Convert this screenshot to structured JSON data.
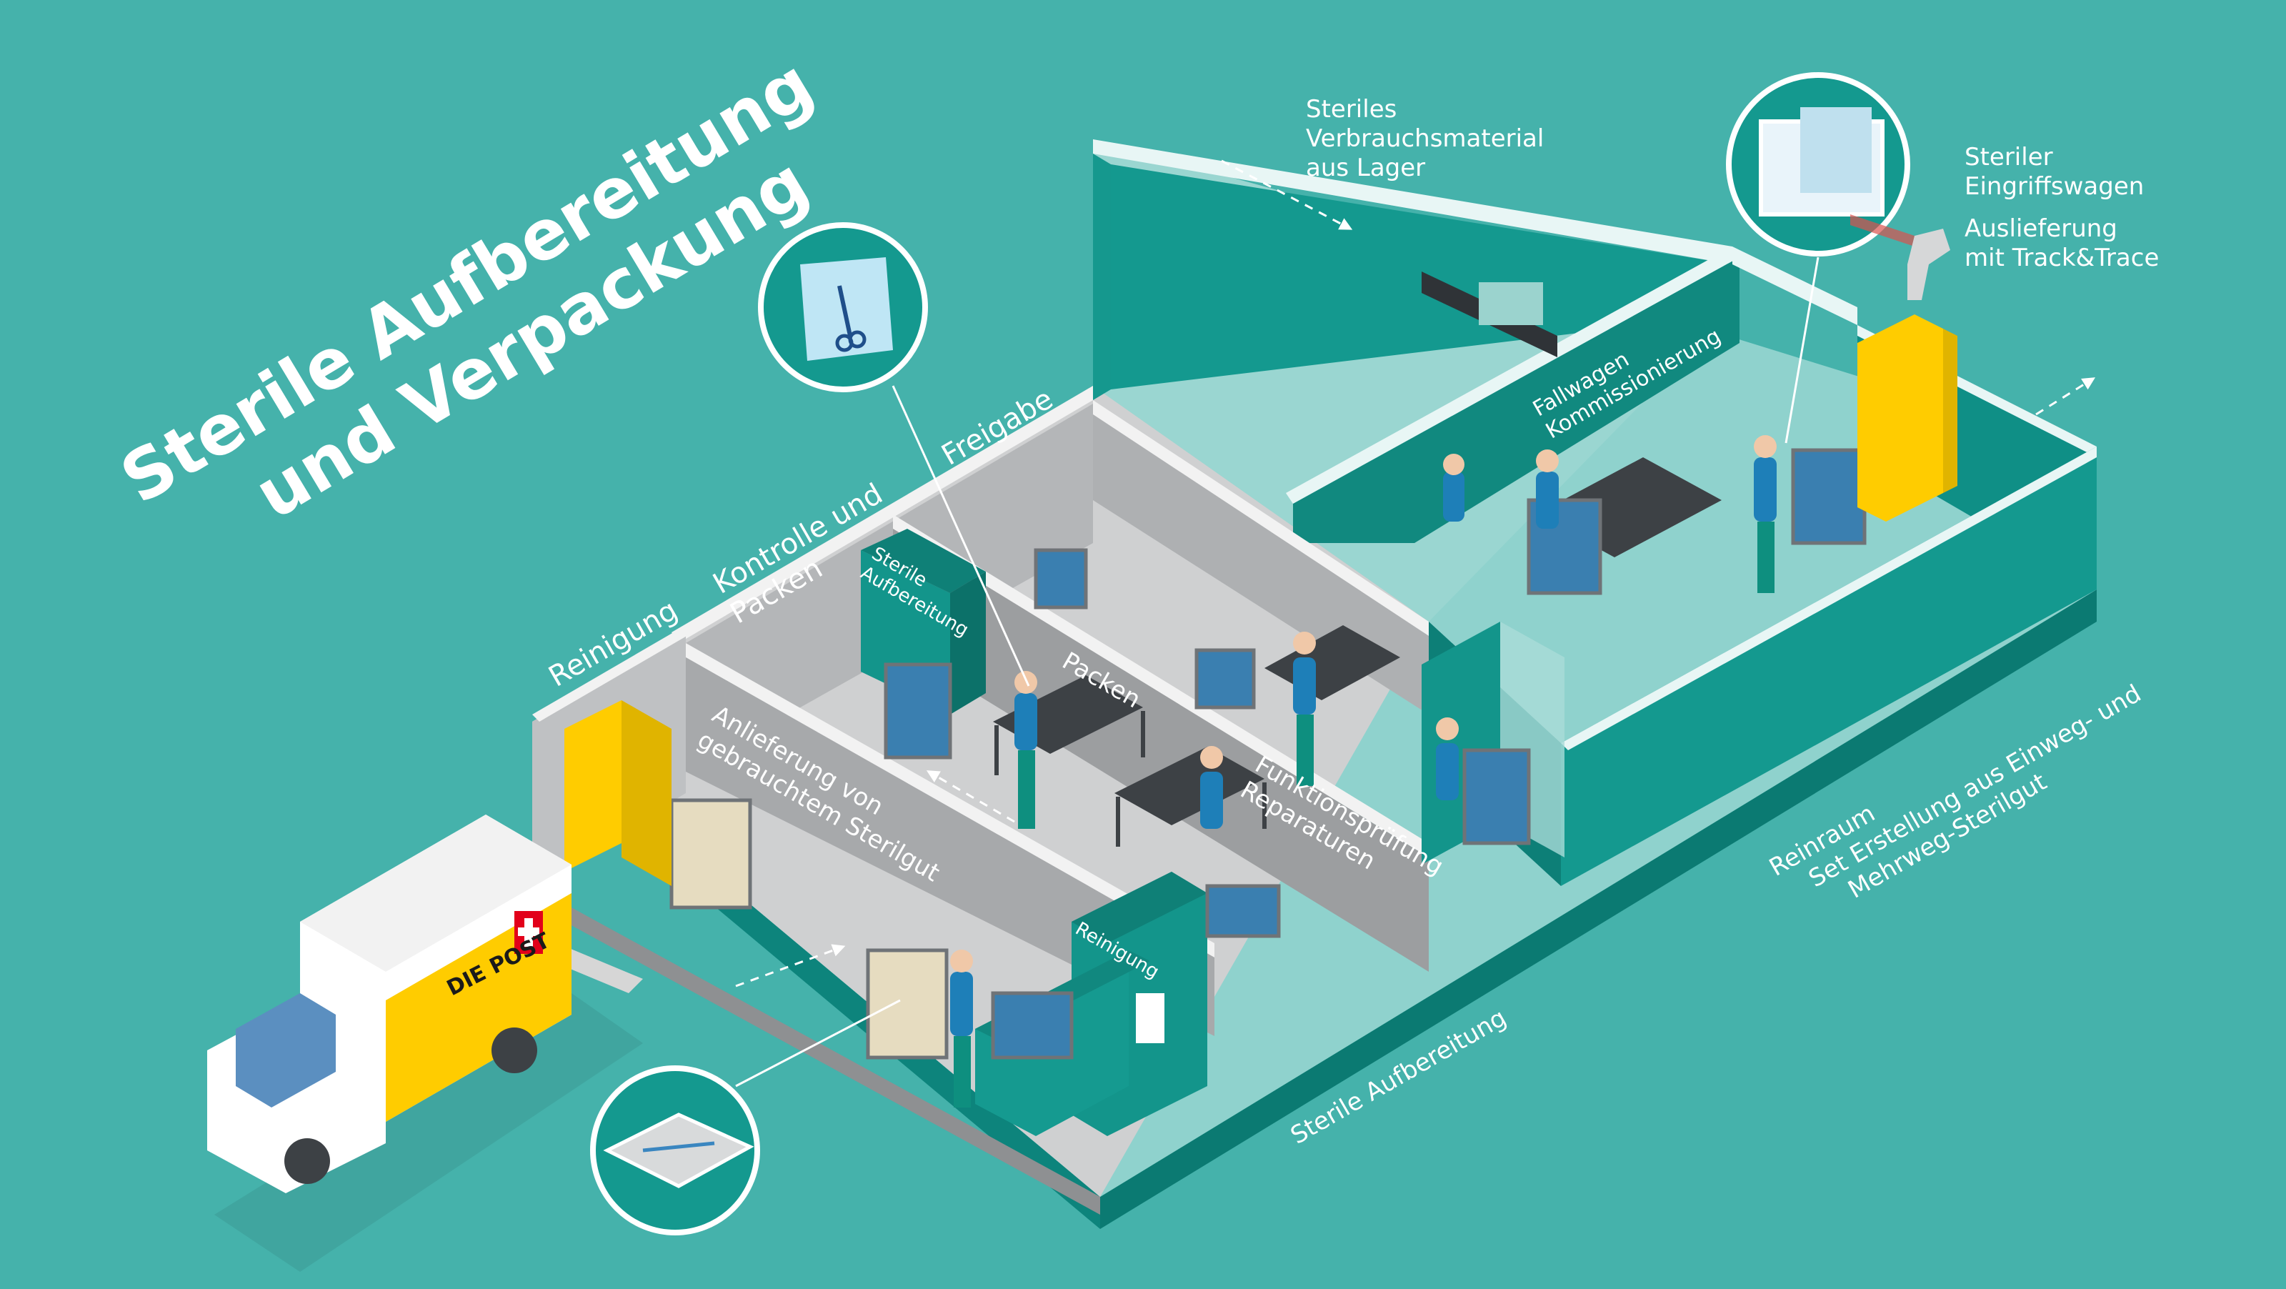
{
  "title": {
    "line1": "Sterile Aufbereitung",
    "line2": "und Verpackung"
  },
  "labels": {
    "steriles_verbrauchsmaterial": [
      "Steriles",
      "Verbrauchsmaterial",
      "aus Lager"
    ],
    "steriler_eingriffswagen": [
      "Steriler",
      "Eingriffswagen"
    ],
    "auslieferung": [
      "Auslieferung",
      "mit Track&Trace"
    ],
    "freigabe": "Freigabe",
    "kontrolle_und_packen": [
      "Kontrolle und",
      "Packen"
    ],
    "reinigung_outer": "Reinigung",
    "anlieferung": [
      "Anlieferung von",
      "gebrauchtem Sterilgut"
    ],
    "packen": "Packen",
    "funktionspruefung": [
      "Funktionsprüfung",
      "Reparaturen"
    ],
    "fallwagen": [
      "Fallwagen",
      "Kommissionierung"
    ],
    "sterile_aufbereitung_sign": [
      "Sterile",
      "Aufbereitung"
    ],
    "reinigung_sign": "Reinigung",
    "reinraum": [
      "Reinraum",
      "Set Erstellung aus Einweg- und",
      "Mehrweg-Sterilgut"
    ],
    "sterile_aufbereitung_bottom": "Sterile Aufbereitung",
    "truck_logo": "DIE POST"
  },
  "colors": {
    "background": "#45b2ab",
    "wall_teal": "#14998f",
    "floor_teal": "#8fd2cd",
    "floor_grey": "#cfd0d1",
    "wall_grey": "#a7a9ab",
    "post_yellow": "#ffcc00",
    "post_red": "#e2001a",
    "staff_blue": "#1e7fb8"
  },
  "icons": {
    "instrument_pouch": "sterile-instrument-pouch-icon",
    "sterile_cart": "sterile-cart-icon",
    "instrument_tray": "instrument-tray-icon",
    "barcode_scanner": "barcode-scanner-icon",
    "post_cross": "swiss-cross-icon"
  }
}
